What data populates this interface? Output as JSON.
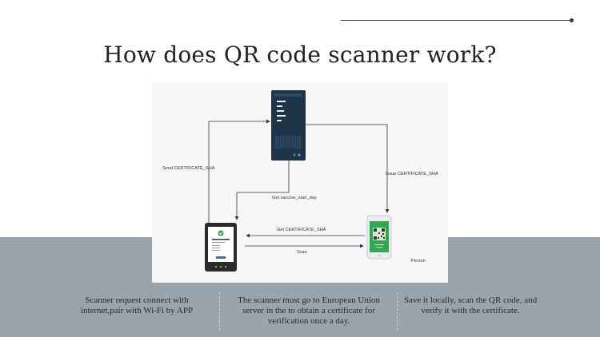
{
  "title": "How does QR code scanner work?",
  "diagram": {
    "send_label": "Send CERTIFICATE_SHA",
    "issue_label": "Issue CERTIFICATE_SHA",
    "get_vaccine_label": "Get vaccine_start_day",
    "get_cert_label": "Get CERTIFICATE_SHA",
    "scan_label": "Scan",
    "person_label": "Person"
  },
  "columns": [
    "Scanner request connect with internet,pair with Wi-Fi by APP",
    "The scanner must go to European Union server in the to obtain a certificate for verification once a day.",
    "Save it locally, scan the QR code, and verify it with the certificate."
  ],
  "colors": {
    "band": "#9aa4ad",
    "server": "#1e3448",
    "accent_green": "#3aa14a"
  }
}
